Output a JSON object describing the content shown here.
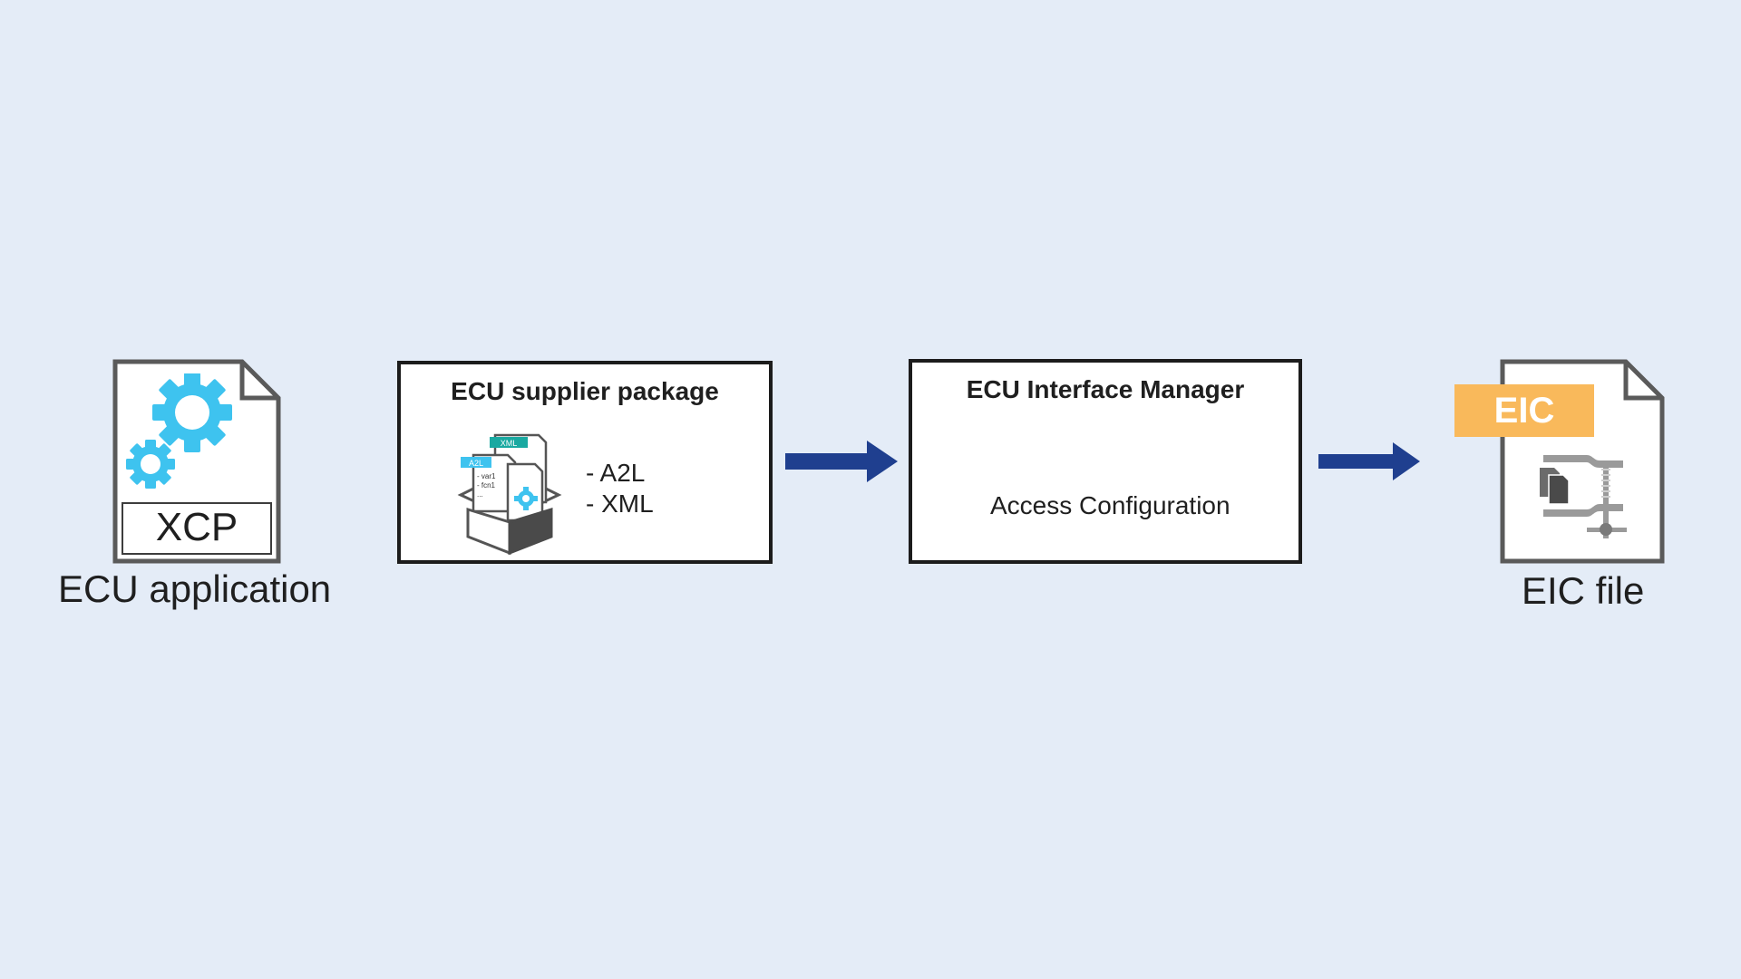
{
  "ecu_application": {
    "badge_label": "XCP",
    "caption": "ECU application",
    "icon": "gears-document-icon"
  },
  "supplier_package": {
    "title": "ECU supplier package",
    "items": [
      "-  A2L",
      "-  XML"
    ],
    "icon": "box-with-files-icon",
    "icon_tags": [
      "XML",
      "A2L"
    ],
    "icon_file_lines": [
      "- var1",
      "- fcn1",
      "..."
    ]
  },
  "interface_manager": {
    "title": "ECU Interface Manager",
    "subtitle": "Access Configuration"
  },
  "eic_file": {
    "badge_label": "EIC",
    "caption": "EIC file",
    "icon": "clamp-files-document-icon"
  },
  "colors": {
    "background": "#e4ecf7",
    "arrow": "#1f3f8f",
    "gear": "#3ec3ef",
    "eic_badge": "#f9b95b",
    "teal_tag": "#19a9a1"
  }
}
